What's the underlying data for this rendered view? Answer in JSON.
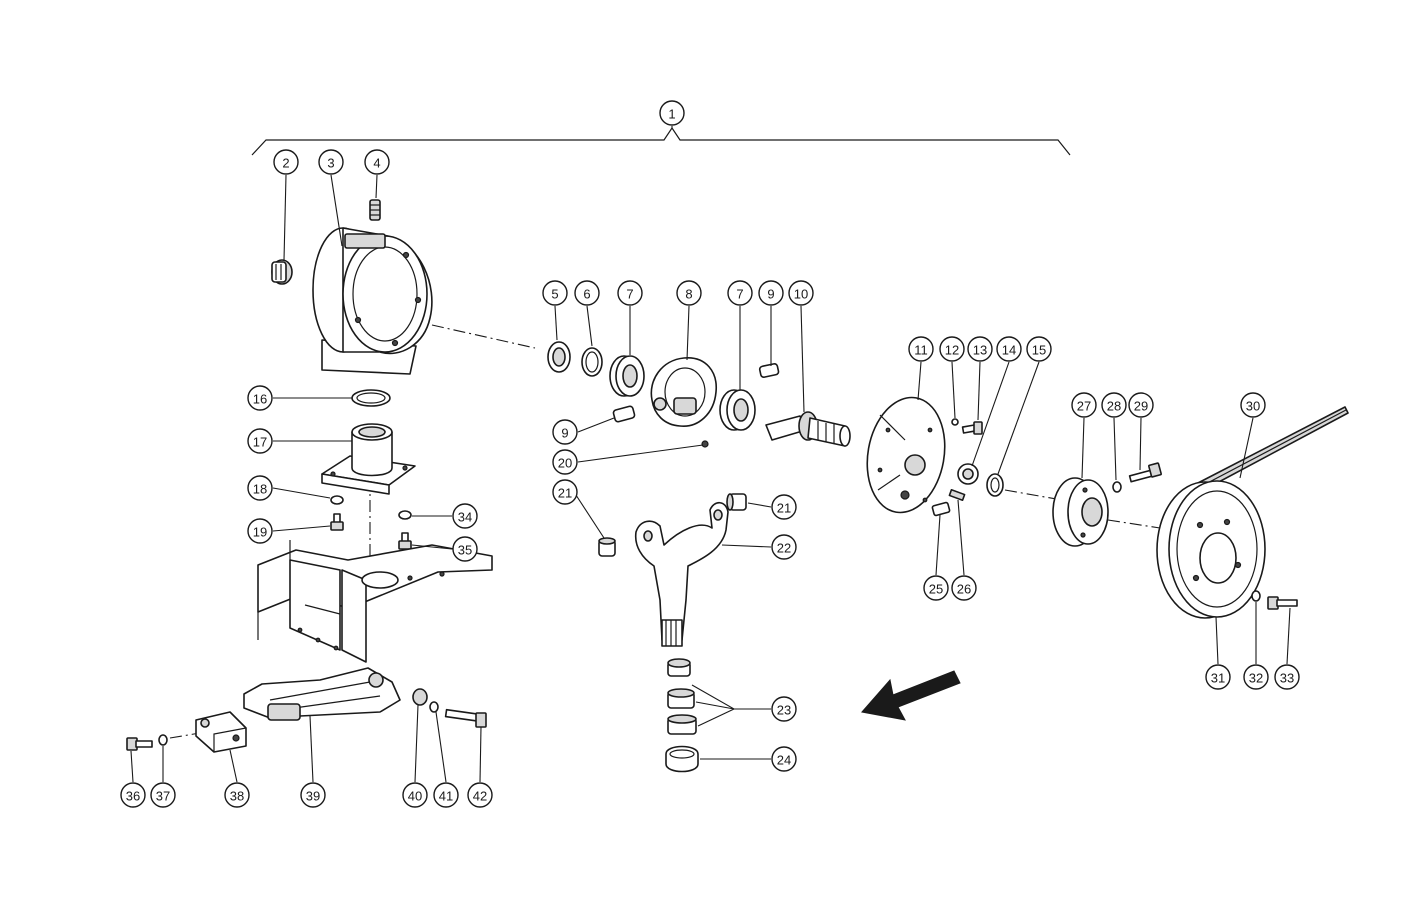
{
  "diagram": {
    "callouts": [
      {
        "id": "c1",
        "label": "1"
      },
      {
        "id": "c2",
        "label": "2"
      },
      {
        "id": "c3",
        "label": "3"
      },
      {
        "id": "c4",
        "label": "4"
      },
      {
        "id": "c5",
        "label": "5"
      },
      {
        "id": "c6",
        "label": "6"
      },
      {
        "id": "c7a",
        "label": "7"
      },
      {
        "id": "c8",
        "label": "8"
      },
      {
        "id": "c7b",
        "label": "7"
      },
      {
        "id": "c9a",
        "label": "9"
      },
      {
        "id": "c10",
        "label": "10"
      },
      {
        "id": "c9b",
        "label": "9"
      },
      {
        "id": "c11",
        "label": "11"
      },
      {
        "id": "c12",
        "label": "12"
      },
      {
        "id": "c13",
        "label": "13"
      },
      {
        "id": "c14",
        "label": "14"
      },
      {
        "id": "c15",
        "label": "15"
      },
      {
        "id": "c16",
        "label": "16"
      },
      {
        "id": "c17",
        "label": "17"
      },
      {
        "id": "c18",
        "label": "18"
      },
      {
        "id": "c19",
        "label": "19"
      },
      {
        "id": "c20",
        "label": "20"
      },
      {
        "id": "c21a",
        "label": "21"
      },
      {
        "id": "c21b",
        "label": "21"
      },
      {
        "id": "c22",
        "label": "22"
      },
      {
        "id": "c23",
        "label": "23"
      },
      {
        "id": "c24",
        "label": "24"
      },
      {
        "id": "c25",
        "label": "25"
      },
      {
        "id": "c26",
        "label": "26"
      },
      {
        "id": "c27",
        "label": "27"
      },
      {
        "id": "c28",
        "label": "28"
      },
      {
        "id": "c29",
        "label": "29"
      },
      {
        "id": "c30",
        "label": "30"
      },
      {
        "id": "c31",
        "label": "31"
      },
      {
        "id": "c32",
        "label": "32"
      },
      {
        "id": "c33",
        "label": "33"
      },
      {
        "id": "c34",
        "label": "34"
      },
      {
        "id": "c35",
        "label": "35"
      },
      {
        "id": "c36",
        "label": "36"
      },
      {
        "id": "c37",
        "label": "37"
      },
      {
        "id": "c38",
        "label": "38"
      },
      {
        "id": "c39",
        "label": "39"
      },
      {
        "id": "c40",
        "label": "40"
      },
      {
        "id": "c41",
        "label": "41"
      },
      {
        "id": "c42",
        "label": "42"
      }
    ]
  }
}
